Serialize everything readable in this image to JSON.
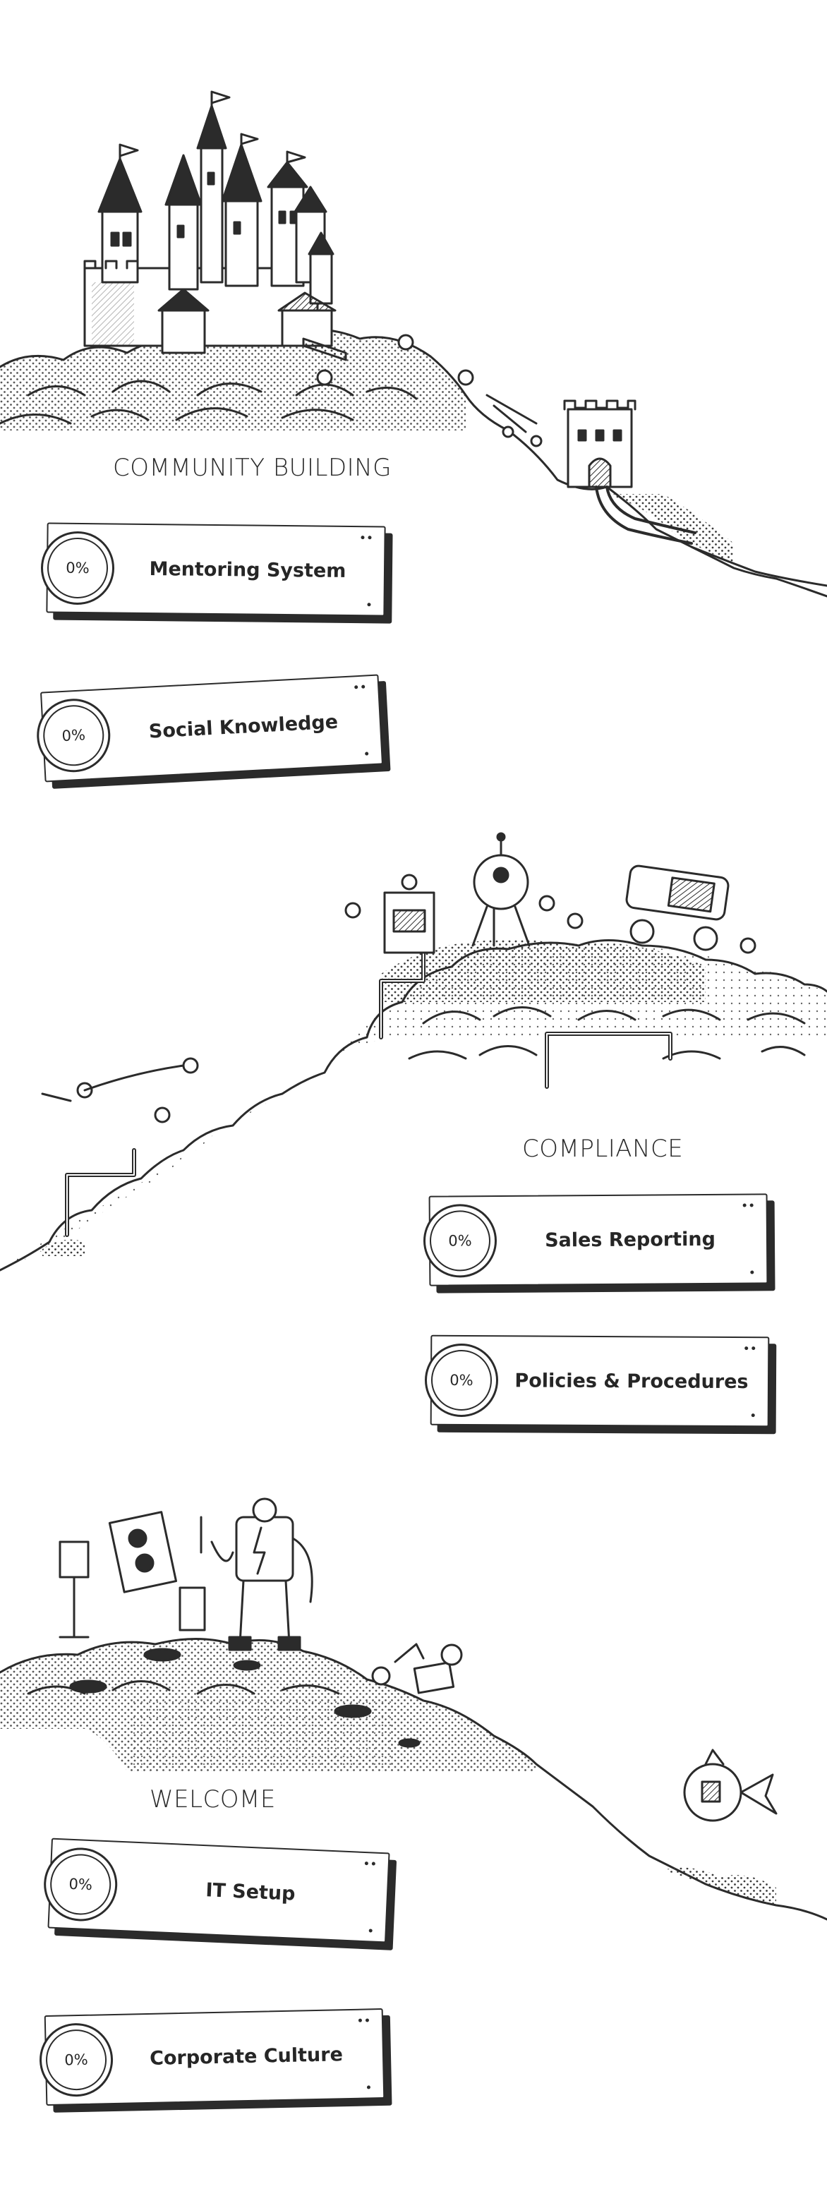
{
  "colors": {
    "ink": "#2b2b2b",
    "background": "#ffffff",
    "stipple": "#3a3a3a"
  },
  "sections": [
    {
      "title": "COMMUNITY BUILDING",
      "scene": "castle-on-cloud-hill",
      "courses": [
        {
          "label": "Mentoring System",
          "progress": "0%"
        },
        {
          "label": "Social Knowledge",
          "progress": "0%"
        }
      ]
    },
    {
      "title": "COMPLIANCE",
      "scene": "robots-on-cloud-hill",
      "courses": [
        {
          "label": "Sales Reporting",
          "progress": "0%"
        },
        {
          "label": "Policies & Procedures",
          "progress": "0%"
        }
      ]
    },
    {
      "title": "WELCOME",
      "scene": "robots-on-cloud-hill",
      "courses": [
        {
          "label": "IT Setup",
          "progress": "0%"
        },
        {
          "label": "Corporate Culture",
          "progress": "0%"
        }
      ]
    }
  ]
}
